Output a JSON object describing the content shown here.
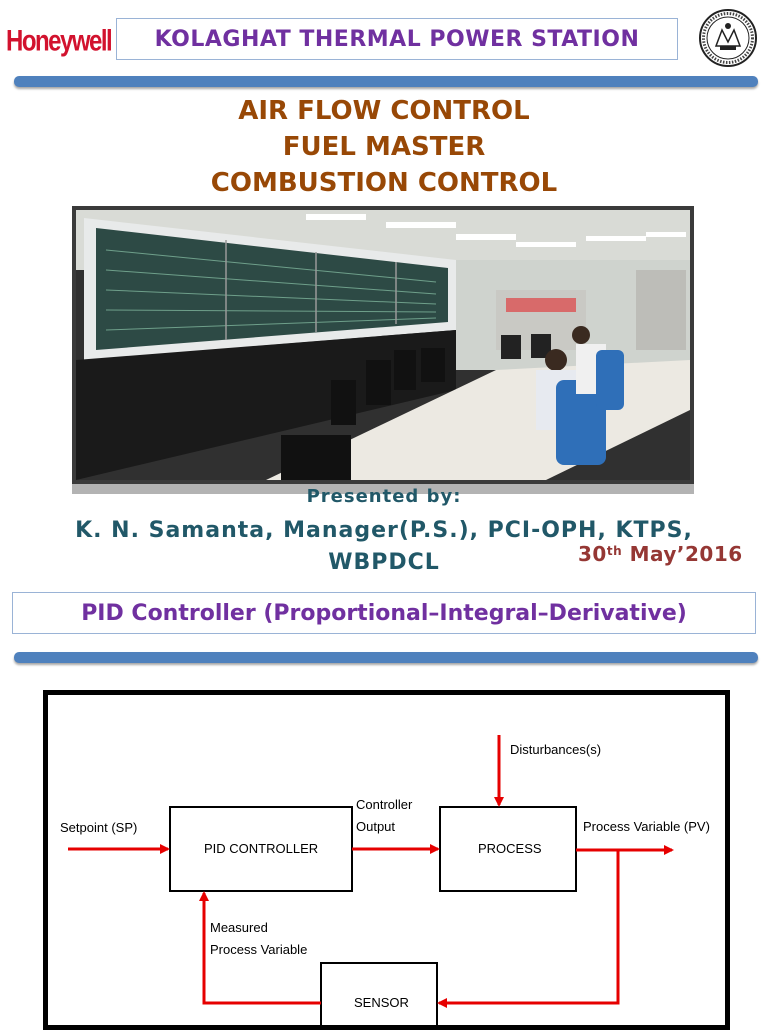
{
  "header": {
    "logo_text": "Honeywell",
    "station_title": "KOLAGHAT THERMAL POWER STATION"
  },
  "titles": [
    "AIR FLOW CONTROL",
    "FUEL MASTER",
    "COMBUSTION CONTROL"
  ],
  "presented_by": "Presented by:",
  "presenter": {
    "line1": "K. N. Samanta, Manager(P.S.), PCI-OPH, KTPS,",
    "line2": "WBPDCL"
  },
  "date": {
    "day": "30",
    "suffix": "th",
    "rest": " May’2016"
  },
  "section_title": "PID Controller (Proportional–Integral–Derivative)",
  "diagram": {
    "setpoint": "Setpoint (SP)",
    "pid_block": "PID CONTROLLER",
    "controller_output_1": "Controller",
    "controller_output_2": "Output",
    "process_block": "PROCESS",
    "disturbances": "Disturbances(s)",
    "process_variable": "Process Variable (PV)",
    "measured_1": "Measured",
    "measured_2": "Process Variable",
    "sensor_block": "SENSOR"
  },
  "colors": {
    "station_purple": "#7030a0",
    "title_brown": "#984806",
    "teal": "#215868",
    "date_red": "#953734",
    "bar_blue": "#4f81bd",
    "arrow_red": "#e60000"
  },
  "icons": {
    "seal": "institution-seal-icon"
  }
}
